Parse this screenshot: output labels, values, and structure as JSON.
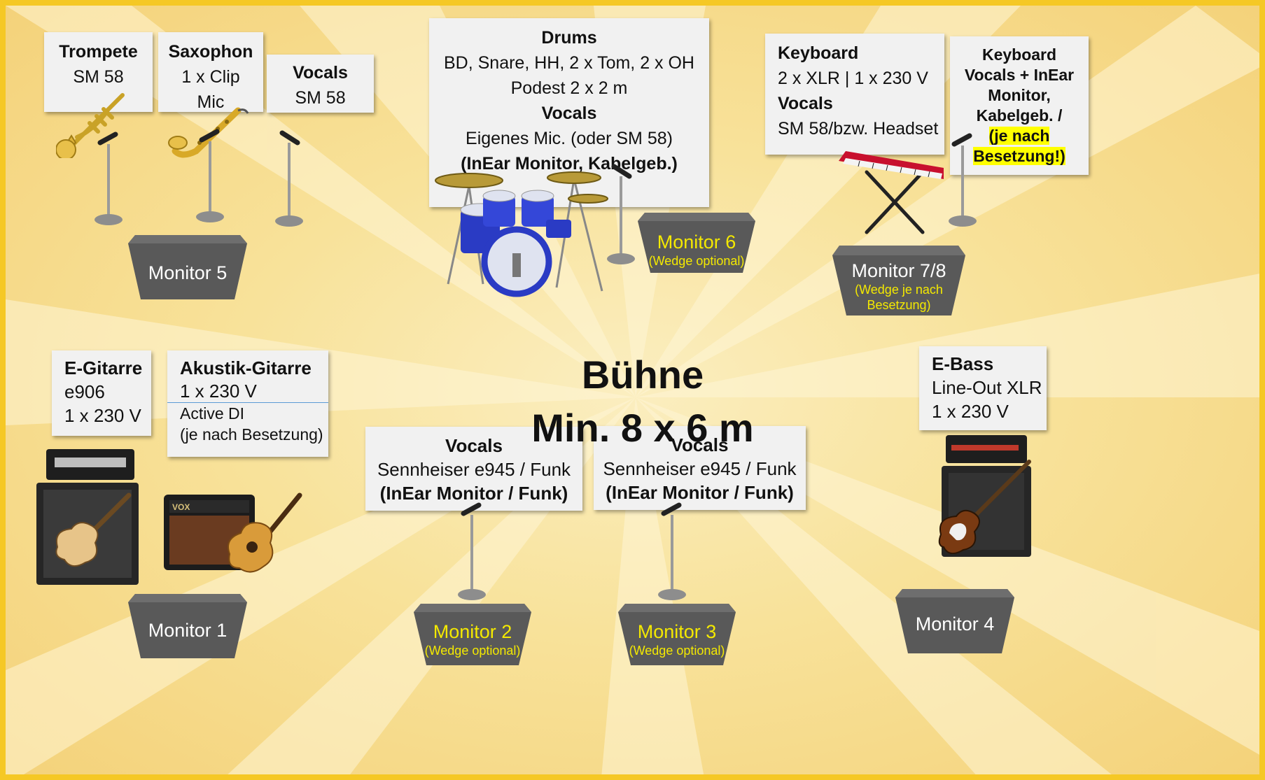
{
  "title": {
    "line1": "Bühne",
    "line2": "Min. 8 x 6 m"
  },
  "colors": {
    "background": "#f8e29a",
    "border": "#f5c825",
    "wedge": "#595959",
    "card": "#f1f1f1",
    "highlight": "#ffff00",
    "optional_text": "#f4e900"
  },
  "cards": {
    "trompete": {
      "title": "Trompete",
      "line1": "SM 58"
    },
    "saxophon": {
      "title": "Saxophon",
      "line1": "1 x Clip",
      "line2": "Mic"
    },
    "vocals_left": {
      "title": "Vocals",
      "line1": "SM 58"
    },
    "drums": {
      "title": "Drums",
      "line1": "BD, Snare, HH, 2 x Tom, 2 x OH",
      "line2": "Podest 2 x 2 m",
      "title2": "Vocals",
      "line3": "Eigenes Mic. (oder SM 58)",
      "line4": "(InEar Monitor, Kabelgeb.)"
    },
    "keyboard": {
      "title": "Keyboard",
      "line1": "2 x XLR | 1 x 230 V",
      "title2": "Vocals",
      "line2": "SM 58/bzw. Headset"
    },
    "keyboard_vocals": {
      "line1": "Keyboard",
      "line2": "Vocals + InEar",
      "line3": "Monitor,",
      "line4": "Kabelgeb. /",
      "line5": "(je nach",
      "line6": "Besetzung!)"
    },
    "egitarre": {
      "title": "E-Gitarre",
      "line1": "e906",
      "line2": "1 x 230 V"
    },
    "akustik": {
      "title": "Akustik-Gitarre",
      "line1": "1 x 230 V",
      "line2": "Active DI",
      "line3": "(je nach Besetzung)"
    },
    "vocals_center_left": {
      "title": "Vocals",
      "line1": "Sennheiser e945 / Funk",
      "line2": "(InEar Monitor / Funk)"
    },
    "vocals_center_right": {
      "title": "Vocals",
      "line1": "Sennheiser e945 / Funk",
      "line2": "(InEar Monitor / Funk)"
    },
    "ebass": {
      "title": "E-Bass",
      "line1": "Line-Out XLR",
      "line2": "1 x 230 V"
    }
  },
  "monitors": {
    "m5": {
      "label": "Monitor 5"
    },
    "m6": {
      "label": "Monitor 6",
      "sub": "(Wedge optional)"
    },
    "m78": {
      "label": "Monitor 7/8",
      "sub1": "(Wedge je nach",
      "sub2": "Besetzung)"
    },
    "m1": {
      "label": "Monitor 1"
    },
    "m2": {
      "label": "Monitor 2",
      "sub": "(Wedge optional)"
    },
    "m3": {
      "label": "Monitor 3",
      "sub": "(Wedge optional)"
    },
    "m4": {
      "label": "Monitor 4"
    }
  },
  "icons": [
    "trumpet-icon",
    "saxophone-icon",
    "mic-stand-icon",
    "drum-kit-icon",
    "keyboard-icon",
    "guitar-amp-icon",
    "electric-guitar-icon",
    "vox-amp-icon",
    "acoustic-guitar-icon",
    "bass-amp-icon",
    "bass-guitar-icon"
  ]
}
